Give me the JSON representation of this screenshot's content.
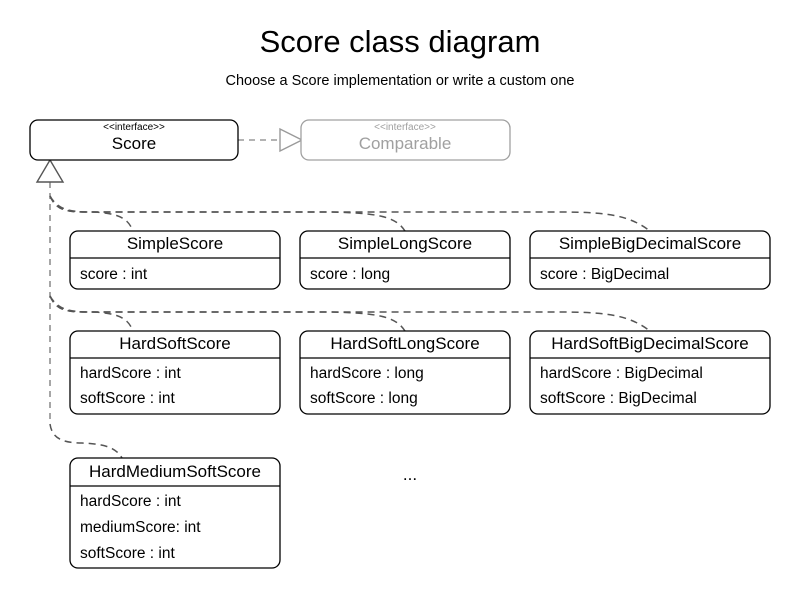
{
  "header": {
    "title": "Score class diagram",
    "subtitle": "Choose a Score implementation or write a custom one"
  },
  "diagram": {
    "type": "uml-class-diagram",
    "stereotype_label": "<<interface>>",
    "ellipsis": "...",
    "colors": {
      "text": "#000000",
      "faded_text": "#a0a0a0",
      "box_border": "#000000",
      "faded_border": "#a0a0a0",
      "connector": "#555555",
      "realization": "#9a9a9a",
      "background": "#ffffff"
    },
    "interfaces": [
      {
        "id": "score",
        "name": "Score",
        "stereotype": "<<interface>>",
        "faded": false
      },
      {
        "id": "comparable",
        "name": "Comparable",
        "stereotype": "<<interface>>",
        "faded": true
      }
    ],
    "classes": [
      {
        "id": "simple-score",
        "name": "SimpleScore",
        "attributes": [
          "score : int"
        ]
      },
      {
        "id": "simple-long-score",
        "name": "SimpleLongScore",
        "attributes": [
          "score : long"
        ]
      },
      {
        "id": "simple-big-decimal-score",
        "name": "SimpleBigDecimalScore",
        "attributes": [
          "score : BigDecimal"
        ]
      },
      {
        "id": "hard-soft-score",
        "name": "HardSoftScore",
        "attributes": [
          "hardScore : int",
          "softScore : int"
        ]
      },
      {
        "id": "hard-soft-long-score",
        "name": "HardSoftLongScore",
        "attributes": [
          "hardScore : long",
          "softScore : long"
        ]
      },
      {
        "id": "hard-soft-big-decimal-score",
        "name": "HardSoftBigDecimalScore",
        "attributes": [
          "hardScore : BigDecimal",
          "softScore : BigDecimal"
        ]
      },
      {
        "id": "hard-medium-soft-score",
        "name": "HardMediumSoftScore",
        "attributes": [
          "hardScore : int",
          "mediumScore: int",
          "softScore : int"
        ]
      }
    ],
    "relationships": [
      {
        "kind": "realization",
        "from": "Score",
        "to": "Comparable",
        "style": "dashed-hollow-triangle"
      },
      {
        "kind": "generalization",
        "from": "SimpleScore",
        "to": "Score",
        "style": "dashed-hollow-triangle"
      },
      {
        "kind": "generalization",
        "from": "SimpleLongScore",
        "to": "Score",
        "style": "dashed-hollow-triangle"
      },
      {
        "kind": "generalization",
        "from": "SimpleBigDecimalScore",
        "to": "Score",
        "style": "dashed-hollow-triangle"
      },
      {
        "kind": "generalization",
        "from": "HardSoftScore",
        "to": "Score",
        "style": "dashed-hollow-triangle"
      },
      {
        "kind": "generalization",
        "from": "HardSoftLongScore",
        "to": "Score",
        "style": "dashed-hollow-triangle"
      },
      {
        "kind": "generalization",
        "from": "HardSoftBigDecimalScore",
        "to": "Score",
        "style": "dashed-hollow-triangle"
      },
      {
        "kind": "generalization",
        "from": "HardMediumSoftScore",
        "to": "Score",
        "style": "dashed-hollow-triangle"
      }
    ]
  }
}
